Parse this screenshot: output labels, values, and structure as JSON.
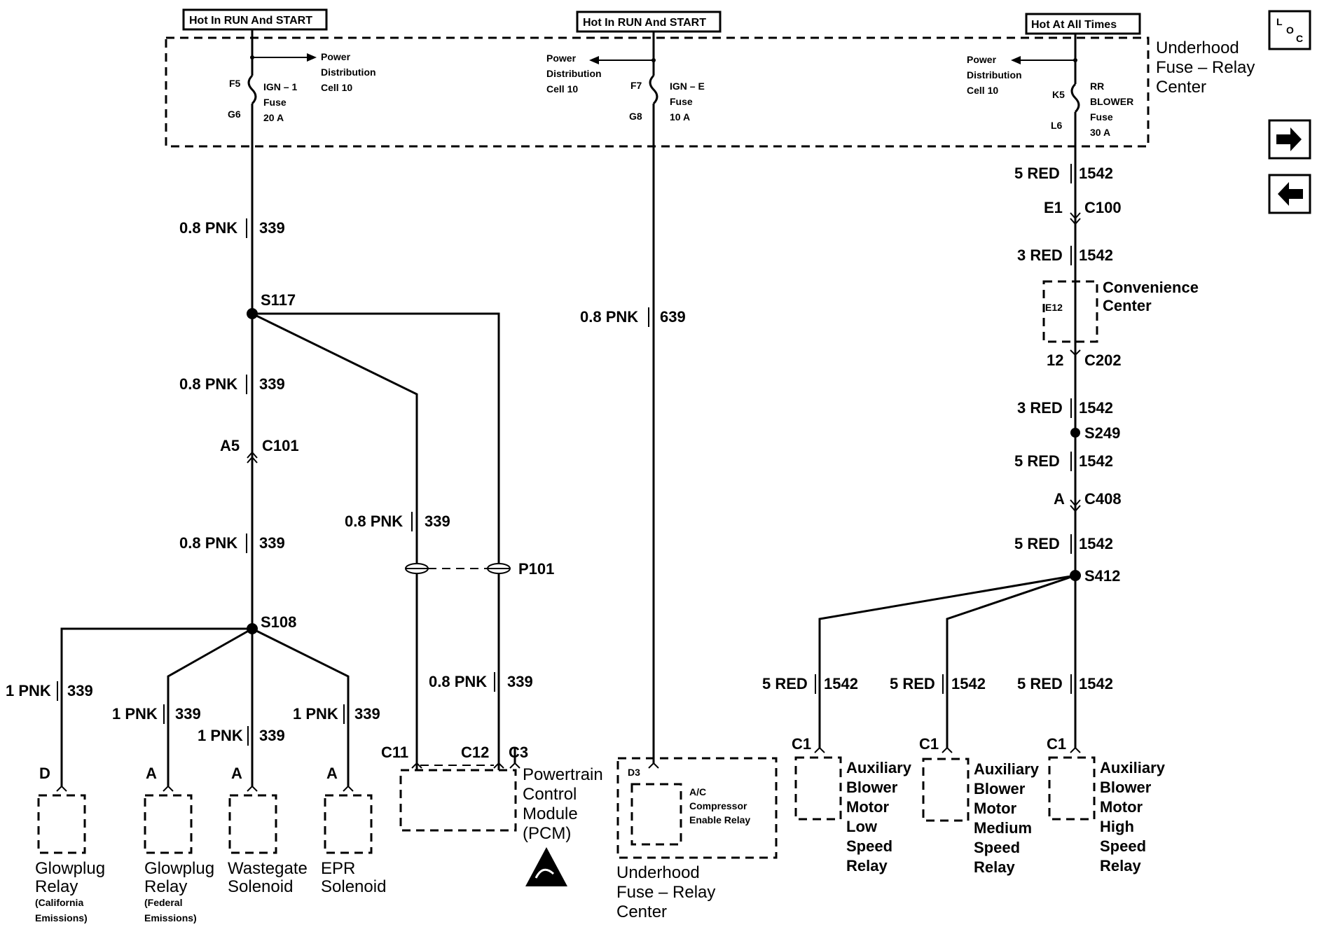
{
  "hot_boxes": [
    "Hot In RUN And START",
    "Hot In RUN And START",
    "Hot At All Times"
  ],
  "fuse_center": {
    "title_line1": "Underhood",
    "title_line2": "Fuse – Relay",
    "title_line3": "Center"
  },
  "fuses": [
    {
      "in_pin": "F5",
      "out_pin": "G6",
      "line1": "IGN – 1",
      "line2": "Fuse",
      "line3": "20 A"
    },
    {
      "in_pin": "F7",
      "out_pin": "G8",
      "line1": "IGN – E",
      "line2": "Fuse",
      "line3": "10 A"
    },
    {
      "in_pin": "K5",
      "out_pin": "L6",
      "line1": "RR",
      "line2": "BLOWER",
      "line3": "Fuse",
      "line4": "30 A"
    }
  ],
  "power_dist": {
    "line1": "Power",
    "line2": "Distribution",
    "line3": "Cell 10"
  },
  "wires": {
    "pnk339_size": "0.8 PNK",
    "pnk339_num": "339",
    "pnk639_size": "0.8 PNK",
    "pnk639_num": "639",
    "pnk1": "1 PNK",
    "red5": "5 RED",
    "red3": "3 RED",
    "red_num": "1542"
  },
  "splices": {
    "s117": "S117",
    "s108": "S108",
    "s249": "S249",
    "s412": "S412",
    "p101": "P101"
  },
  "connectors": {
    "a5": "A5",
    "c101": "C101",
    "e1": "E1",
    "c100": "C100",
    "e12": "E12",
    "n12": "12",
    "c202": "C202",
    "a": "A",
    "c408": "C408",
    "c11": "C11",
    "c12": "C12",
    "c3": "C3",
    "d3": "D3",
    "c1": "C1",
    "d": "D"
  },
  "convenience_center": {
    "line1": "Convenience",
    "line2": "Center"
  },
  "components": {
    "glowplug_cal": {
      "l1": "Glowplug",
      "l2": "Relay",
      "l3": "(California",
      "l4": "Emissions)"
    },
    "glowplug_fed": {
      "l1": "Glowplug",
      "l2": "Relay",
      "l3": "(Federal",
      "l4": "Emissions)"
    },
    "wastegate": {
      "l1": "Wastegate",
      "l2": "Solenoid"
    },
    "epr": {
      "l1": "EPR",
      "l2": "Solenoid"
    },
    "pcm": {
      "l1": "Powertrain",
      "l2": "Control",
      "l3": "Module",
      "l4": "(PCM)"
    },
    "ac_relay": {
      "l1": "A/C",
      "l2": "Compressor",
      "l3": "Enable Relay"
    },
    "ufrc": {
      "l1": "Underhood",
      "l2": "Fuse – Relay",
      "l3": "Center"
    },
    "aux_low": {
      "l1": "Auxiliary",
      "l2": "Blower",
      "l3": "Motor",
      "l4": "Low",
      "l5": "Speed",
      "l6": "Relay"
    },
    "aux_med": {
      "l1": "Auxiliary",
      "l2": "Blower",
      "l3": "Motor",
      "l4": "Medium",
      "l5": "Speed",
      "l6": "Relay"
    },
    "aux_high": {
      "l1": "Auxiliary",
      "l2": "Blower",
      "l3": "Motor",
      "l4": "High",
      "l5": "Speed",
      "l6": "Relay"
    }
  },
  "nav": {
    "loc_l": "L",
    "loc_o": "O",
    "loc_c": "C",
    "next_icon": "right-arrow-icon",
    "prev_icon": "left-arrow-icon"
  }
}
